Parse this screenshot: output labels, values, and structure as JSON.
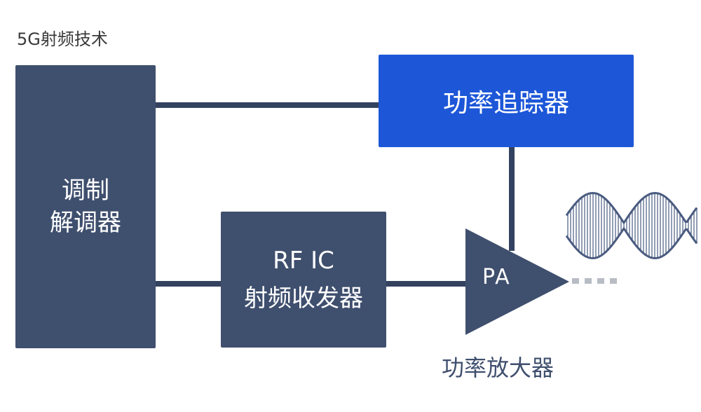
{
  "title": "5G射频技术",
  "blocks": {
    "modem_line1": "调制",
    "modem_line2": "解调器",
    "power_tracker": "功率追踪器",
    "rfic_line1": "RF IC",
    "rfic_line2": "射频收发器",
    "pa_label": "PA",
    "pa_caption": "功率放大器"
  },
  "colors": {
    "dark_block": "#3f4f6e",
    "blue_block": "#1d57d8",
    "wire": "#33425f",
    "signal": "#4a5b80"
  }
}
